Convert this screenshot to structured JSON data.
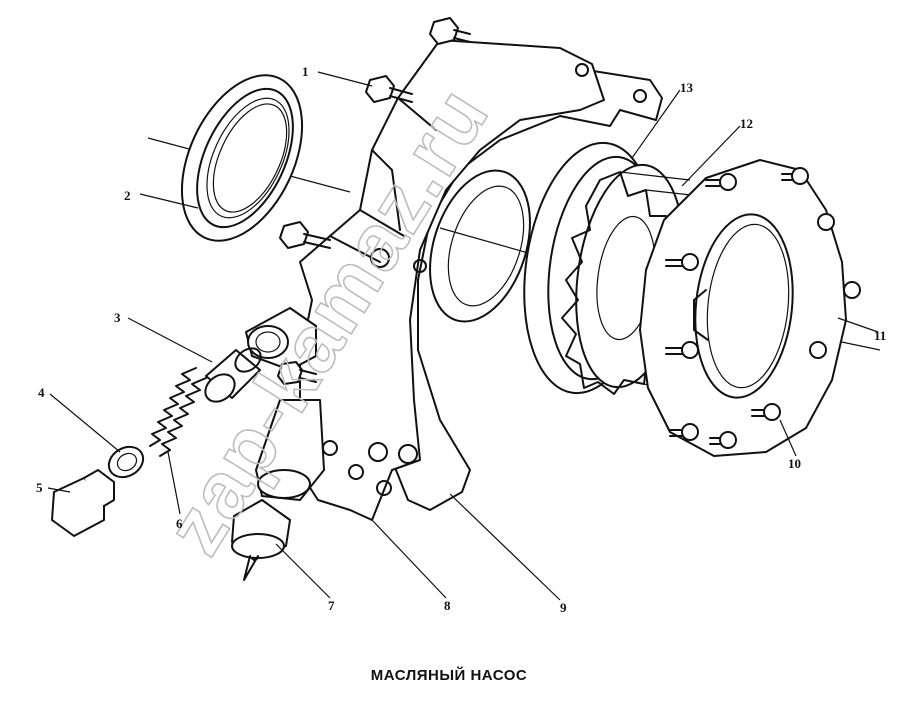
{
  "diagram": {
    "caption": "МАСЛЯНЫЙ НАСОС",
    "watermark": "zap-kamaz.ru",
    "callouts": [
      {
        "id": "1",
        "label": "1"
      },
      {
        "id": "2",
        "label": "2"
      },
      {
        "id": "3",
        "label": "3"
      },
      {
        "id": "4",
        "label": "4"
      },
      {
        "id": "5",
        "label": "5"
      },
      {
        "id": "6",
        "label": "6"
      },
      {
        "id": "7",
        "label": "7"
      },
      {
        "id": "8",
        "label": "8"
      },
      {
        "id": "9",
        "label": "9"
      },
      {
        "id": "10",
        "label": "10"
      },
      {
        "id": "11",
        "label": "11"
      },
      {
        "id": "12",
        "label": "12"
      },
      {
        "id": "13",
        "label": "13"
      }
    ]
  }
}
